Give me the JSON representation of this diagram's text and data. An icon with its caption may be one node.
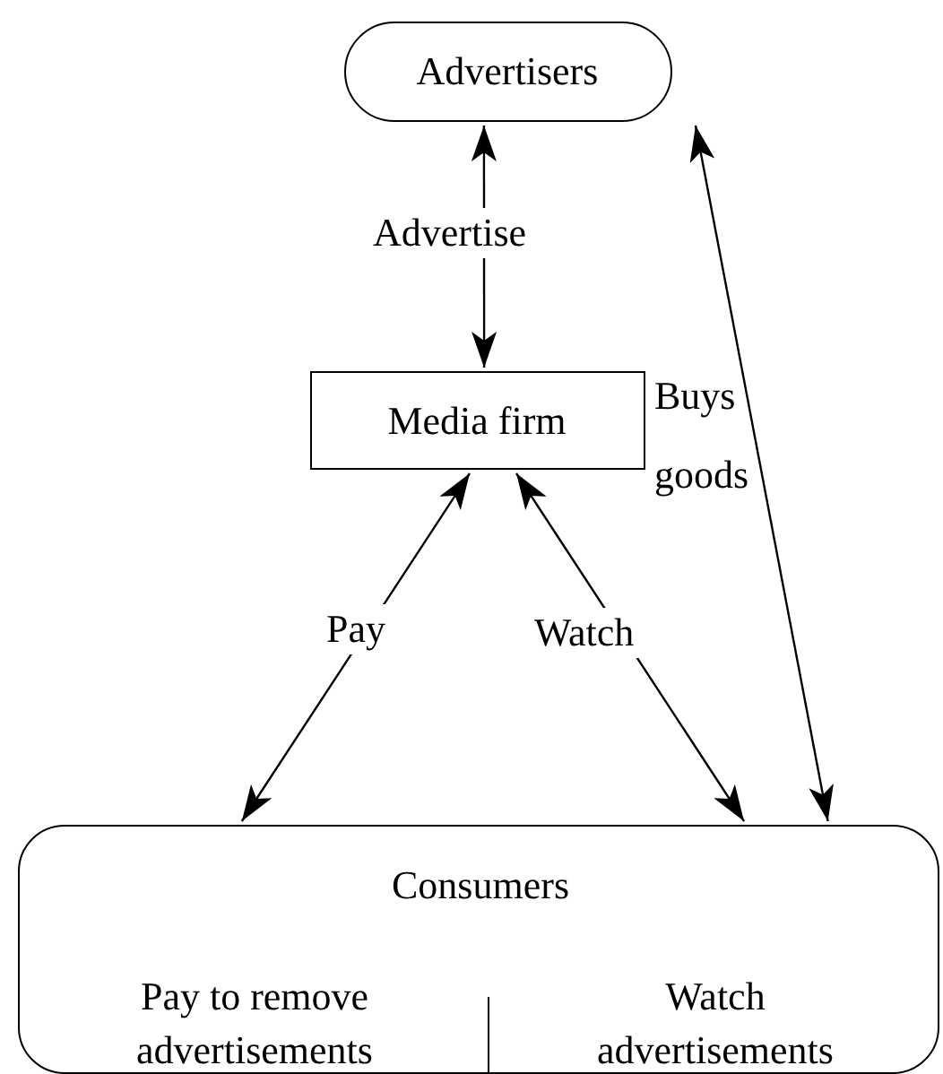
{
  "diagram": {
    "nodes": [
      {
        "text": [
          "Advertisers"
        ]
      },
      {
        "text": [
          "Media firm"
        ]
      },
      {
        "text": [
          "Consumers",
          "Pay to remove advertisements",
          "Watch advertisements"
        ]
      }
    ],
    "edges": [
      {
        "from": 0,
        "to": 1,
        "arrow": "both",
        "label": "Advertise"
      },
      {
        "from": 1,
        "to": 2,
        "arrow": "both",
        "label": "Pay"
      },
      {
        "from": 1,
        "to": 2,
        "arrow": "both",
        "label": "Watch"
      },
      {
        "from": 0,
        "to": 2,
        "arrow": "both",
        "label": "Buys goods"
      }
    ]
  }
}
